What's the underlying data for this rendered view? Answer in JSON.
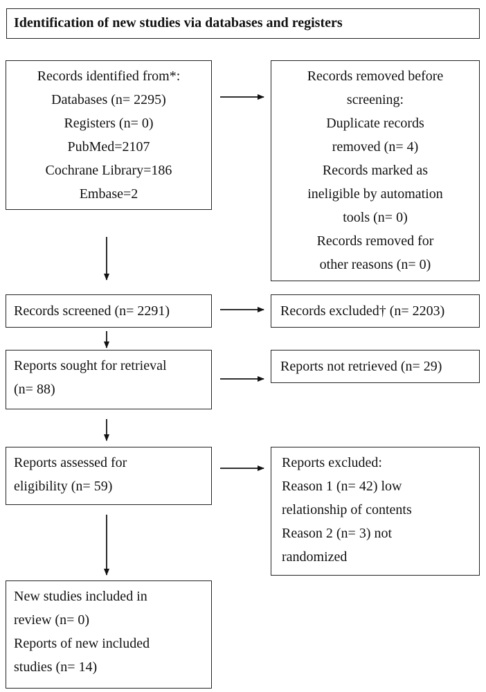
{
  "header": {
    "title": "Identification of new studies via databases and registers"
  },
  "identified": {
    "lines": [
      "Records identified from*:",
      "Databases (n= 2295)",
      "Registers (n= 0)",
      "PubMed=2107",
      "Cochrane Library=186",
      "Embase=2"
    ]
  },
  "removed": {
    "lines": [
      "Records removed before",
      "screening:",
      "Duplicate records",
      "removed (n= 4)",
      "Records marked as",
      "ineligible by automation",
      "tools (n= 0)",
      "Records removed for",
      "other reasons (n= 0)"
    ]
  },
  "screened": {
    "lines": [
      "Records screened (n= 2291)"
    ]
  },
  "excluded": {
    "lines": [
      "Records excluded† (n= 2203)"
    ]
  },
  "sought": {
    "lines": [
      "Reports sought for retrieval",
      "(n= 88)"
    ]
  },
  "not_retrieved": {
    "lines": [
      "Reports not retrieved (n= 29)"
    ]
  },
  "assessed": {
    "lines": [
      "Reports assessed for",
      "eligibility (n= 59)"
    ]
  },
  "reports_excluded": {
    "lines": [
      "Reports excluded:",
      "Reason 1 (n= 42) low",
      "relationship of contents",
      "Reason 2 (n= 3) not",
      "randomized"
    ]
  },
  "included": {
    "lines": [
      "New studies included in",
      "review (n= 0)",
      "Reports of new included",
      "studies (n= 14)"
    ]
  }
}
